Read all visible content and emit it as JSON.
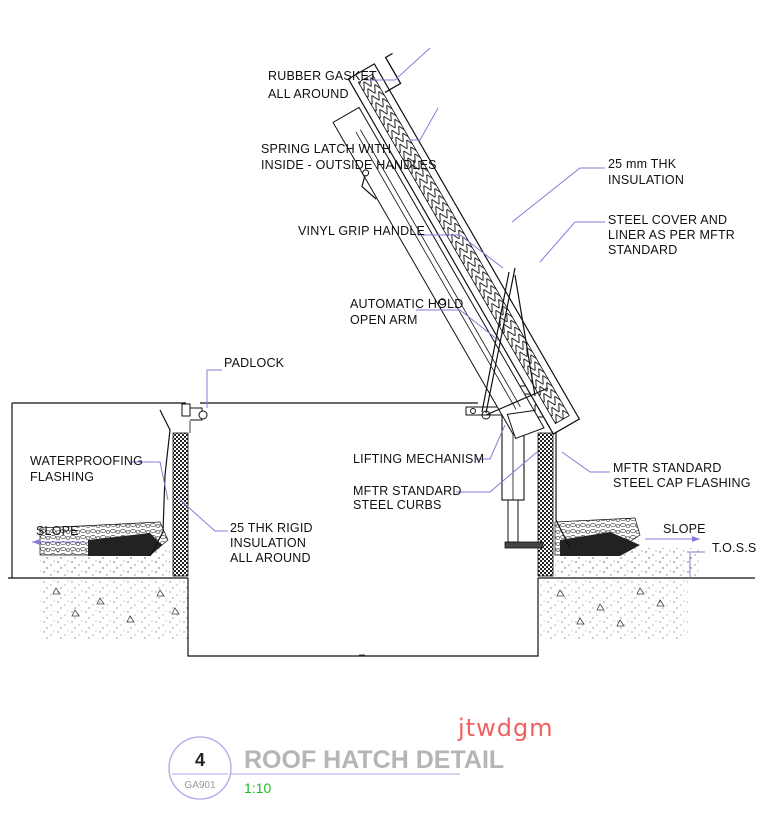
{
  "labels": {
    "rubber_gasket_1": "RUBBER GASKET",
    "rubber_gasket_2": "ALL AROUND",
    "spring_latch_1": "SPRING LATCH WITH",
    "spring_latch_2": "INSIDE - OUTSIDE HANDLES",
    "insulation_top_1": "25 mm THK",
    "insulation_top_2": "INSULATION",
    "steel_cover_1": "STEEL COVER AND",
    "steel_cover_2": "LINER AS PER MFTR",
    "steel_cover_3": "STANDARD",
    "vinyl_grip": "VINYL GRIP HANDLE",
    "hold_arm_1": "AUTOMATIC HOLD",
    "hold_arm_2": "OPEN ARM",
    "padlock": "PADLOCK",
    "waterproofing_1": "WATERPROOFING",
    "waterproofing_2": "FLASHING",
    "lifting": "LIFTING MECHANISM",
    "curbs_1": "MFTR STANDARD",
    "curbs_2": "STEEL CURBS",
    "cap_flashing_1": "MFTR STANDARD",
    "cap_flashing_2": "STEEL CAP FLASHING",
    "rigid_1": "25 THK RIGID",
    "rigid_2": "INSULATION",
    "rigid_3": "ALL AROUND",
    "slope_left": "SLOPE",
    "slope_right": "SLOPE",
    "toss": "T.O.S.S"
  },
  "title_block": {
    "number": "4",
    "sheet": "GA901",
    "title": "ROOF HATCH DETAIL",
    "scale": "1:10"
  },
  "watermark": "jtwdgm",
  "colors": {
    "leader": "#8a7ad8",
    "title": "#b5b5b5",
    "scale": "#22bb22",
    "watermark": "#f06060"
  }
}
